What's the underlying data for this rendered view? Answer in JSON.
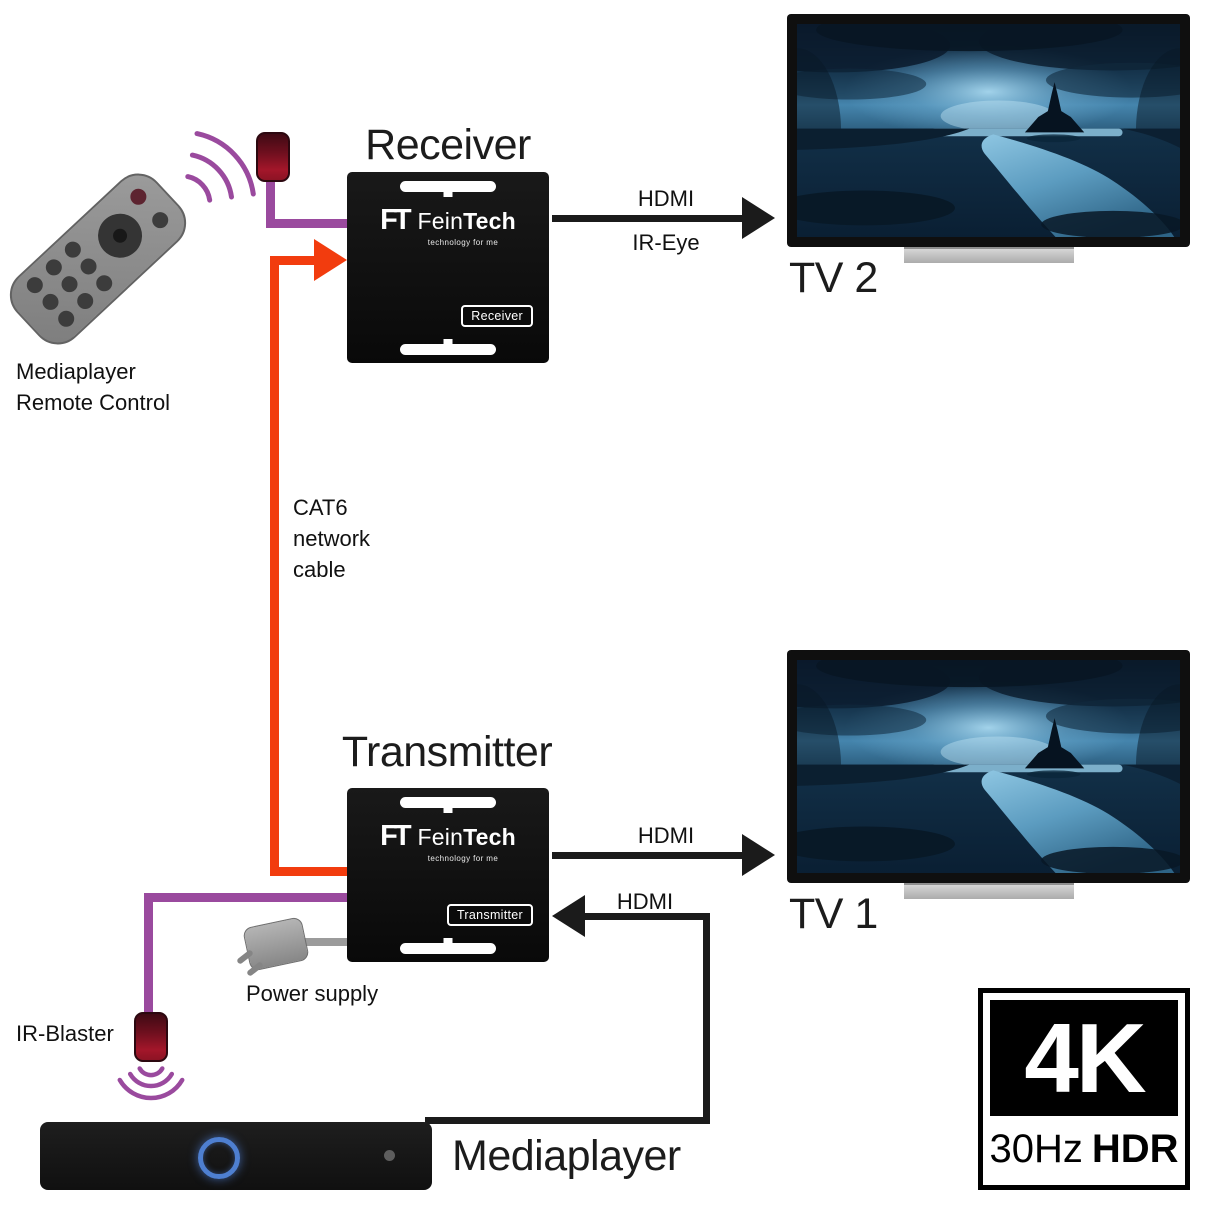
{
  "colors": {
    "purple": "#9a4a9e",
    "cable_red": "#f23c0e",
    "arrow_black": "#1b1b1b",
    "ring_blue": "#4e7fd0",
    "pod_red": "#9c1426"
  },
  "remote": {
    "line1": "Mediaplayer",
    "line2": "Remote Control"
  },
  "receiver": {
    "title": "Receiver",
    "plate": "Receiver"
  },
  "transmitter": {
    "title": "Transmitter",
    "plate": "Transmitter"
  },
  "brand": {
    "monogram": "FT",
    "fein": "Fein",
    "tech": "Tech",
    "tagline": "technology for me"
  },
  "links": {
    "hdmi_tv2": "HDMI",
    "ir_eye": "IR-Eye",
    "hdmi_tv1": "HDMI",
    "hdmi_media": "HDMI",
    "cat6": [
      "CAT6",
      "network",
      "cable"
    ]
  },
  "tv2_label": "TV 2",
  "tv1_label": "TV 1",
  "ir_blaster_label": "IR-Blaster",
  "power_label": "Power supply",
  "mediaplayer_label": "Mediaplayer",
  "badge": {
    "res": "4K",
    "rate": "30Hz",
    "dr": "HDR"
  }
}
